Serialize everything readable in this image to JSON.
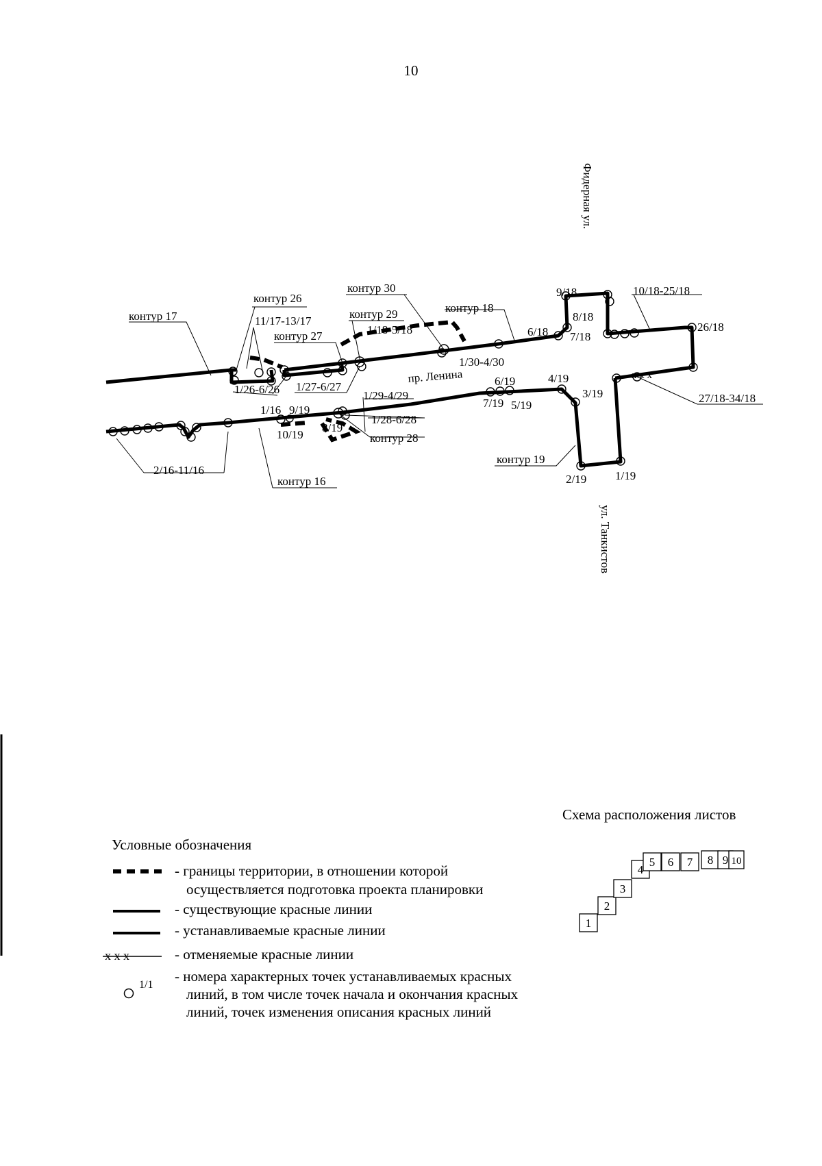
{
  "page_number": "10",
  "streets": {
    "fidernaya": "Фидерная ул.",
    "lenina": "пр. Ленина",
    "tankistov": "ул. Танкистов"
  },
  "contours": {
    "c16": "контур 16",
    "c17": "контур 17",
    "c18": "контур 18",
    "c19": "контур 19",
    "c26": "контур 26",
    "c27": "контур 27",
    "c28": "контур 28",
    "c29": "контур 29",
    "c30": "контур 30"
  },
  "points": {
    "p11_17_13_17": "11/17-13/17",
    "p1_26_6_26": "1/26-6/26",
    "p1_27_6_27": "1/27-6/27",
    "p1_29_4_29": "1/29-4/29",
    "p1_18_5_18": "1/18-5/18",
    "p1_30_4_30": "1/30-4/30",
    "p6_18": "6/18",
    "p7_18": "7/18",
    "p8_18": "8/18",
    "p9_18": "9/18",
    "p10_18_25_18": "10/18-25/18",
    "p26_18": "26/18",
    "p27_18_34_18": "27/18-34/18",
    "p1_16": "1/16",
    "p9_19": "9/19",
    "p10_19": "10/19",
    "p8_19": "8/19",
    "p1_28_6_28": "1/28-6/28",
    "p6_19": "6/19",
    "p7_19": "7/19",
    "p5_19": "5/19",
    "p4_19": "4/19",
    "p3_19": "3/19",
    "p2_19": "2/19",
    "p1_19": "1/19",
    "p2_16_11_16": "2/16-11/16"
  },
  "legend": {
    "title": "Условные обозначения",
    "items": [
      "- границы территории, в отношении которой",
      "осуществляется подготовка проекта планировки",
      "- существующие красные линии",
      "- устанавливаемые красные линии",
      "- отменяемые красные линии",
      "- номера характерных точек устанавливаемых красных",
      "линий, в том числе точек начала и окончания красных",
      "линий, точек изменения описания красных линий"
    ],
    "cancel_symbol": "x  x  x",
    "point_symbol_label": "1/1"
  },
  "sheet_scheme": {
    "title": "Схема расположения листов",
    "sheets": [
      "1",
      "2",
      "3",
      "4",
      "5",
      "6",
      "7",
      "8",
      "9",
      "10"
    ]
  }
}
